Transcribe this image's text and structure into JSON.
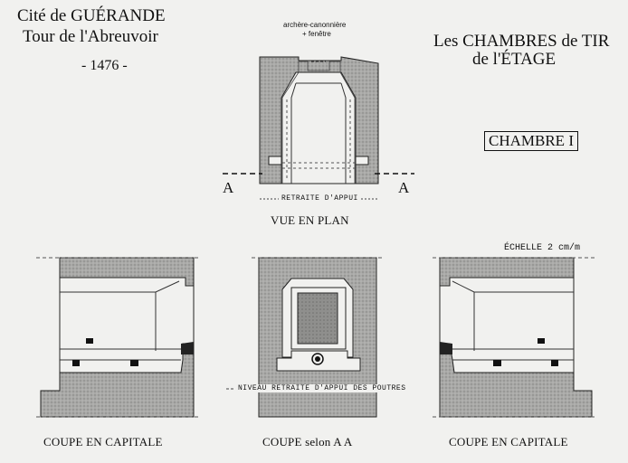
{
  "header": {
    "city": "Cité de GUÉRANDE",
    "tower": "Tour de l'Abreuvoir",
    "year": "- 1476 -"
  },
  "section_title": {
    "line1": "Les CHAMBRES de TIR",
    "line2": "de l'ÉTAGE"
  },
  "chamber_label": "CHAMBRE I",
  "plan": {
    "annotation_line1": "archère-canonnière",
    "annotation_line2": "+ fenêtre",
    "section_mark_left": "A",
    "section_mark_right": "A",
    "sill_label": "RETRAITE D'APPUI",
    "caption": "VUE EN PLAN"
  },
  "scale_label": "ÉCHELLE 2 cm/m",
  "section_aa": {
    "beam_level_label": "NIVEAU RETRAITE D'APPUI DES POUTRES",
    "caption": "COUPE selon A A"
  },
  "left_section": {
    "caption": "COUPE EN CAPITALE"
  },
  "right_section": {
    "caption": "COUPE EN CAPITALE"
  }
}
